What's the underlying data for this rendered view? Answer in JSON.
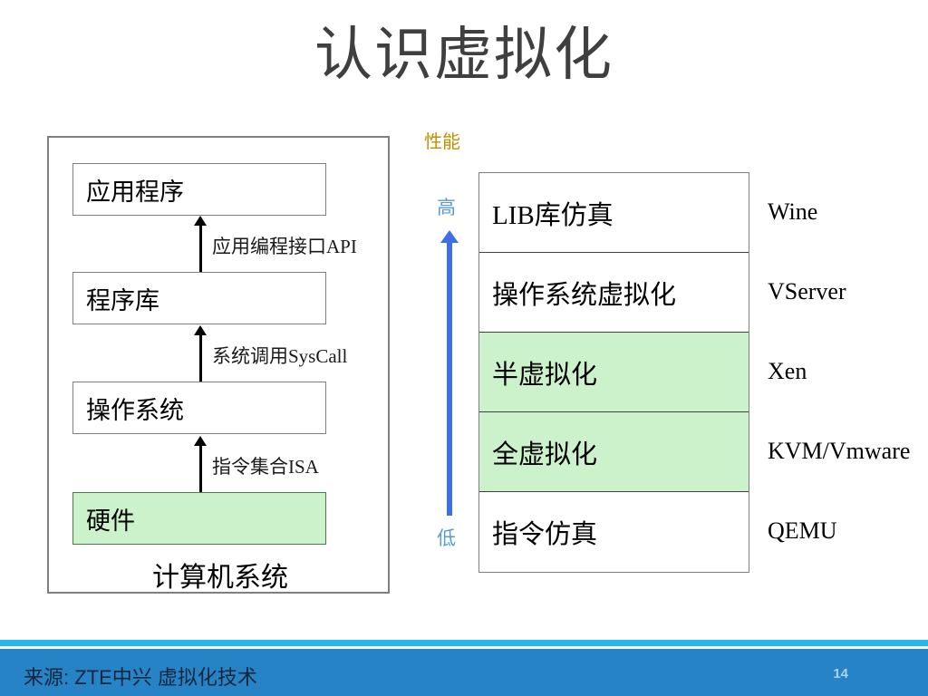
{
  "slide": {
    "title": "认识虚拟化",
    "page_number": "14"
  },
  "colors": {
    "title_text": "#3f3f3f",
    "highlight_green": "#ccf2cc",
    "perf_label": "#bf9000",
    "axis_text": "#5b9bd5",
    "arrow_blue": "#3d6ee8",
    "footer_bar": "#2683c6",
    "footer_accent": "#29b6e8",
    "page_number": "#a8d4f0"
  },
  "left_diagram": {
    "caption": "计算机系统",
    "layers": [
      {
        "label": "应用程序",
        "highlight": false
      },
      {
        "label": "程序库",
        "highlight": false
      },
      {
        "label": "操作系统",
        "highlight": false
      },
      {
        "label": "硬件",
        "highlight": true
      }
    ],
    "interfaces": [
      {
        "label": "应用编程接口API",
        "icon": "arrow-up-icon"
      },
      {
        "label": "系统调用SysCall",
        "icon": "arrow-up-icon"
      },
      {
        "label": "指令集合ISA",
        "icon": "arrow-up-icon"
      }
    ]
  },
  "right_diagram": {
    "axis_title": "性能",
    "axis_high": "高",
    "axis_low": "低",
    "axis_icon": "arrow-up-icon",
    "rows": [
      {
        "technique": "LIB库仿真",
        "product": "Wine",
        "highlight": false
      },
      {
        "technique": "操作系统虚拟化",
        "product": "VServer",
        "highlight": false
      },
      {
        "technique": "半虚拟化",
        "product": "Xen",
        "highlight": true
      },
      {
        "technique": "全虚拟化",
        "product": "KVM/Vmware",
        "highlight": true
      },
      {
        "technique": "指令仿真",
        "product": "QEMU",
        "highlight": false
      }
    ]
  },
  "footer": {
    "source": "来源: ZTE中兴 虚拟化技术"
  }
}
